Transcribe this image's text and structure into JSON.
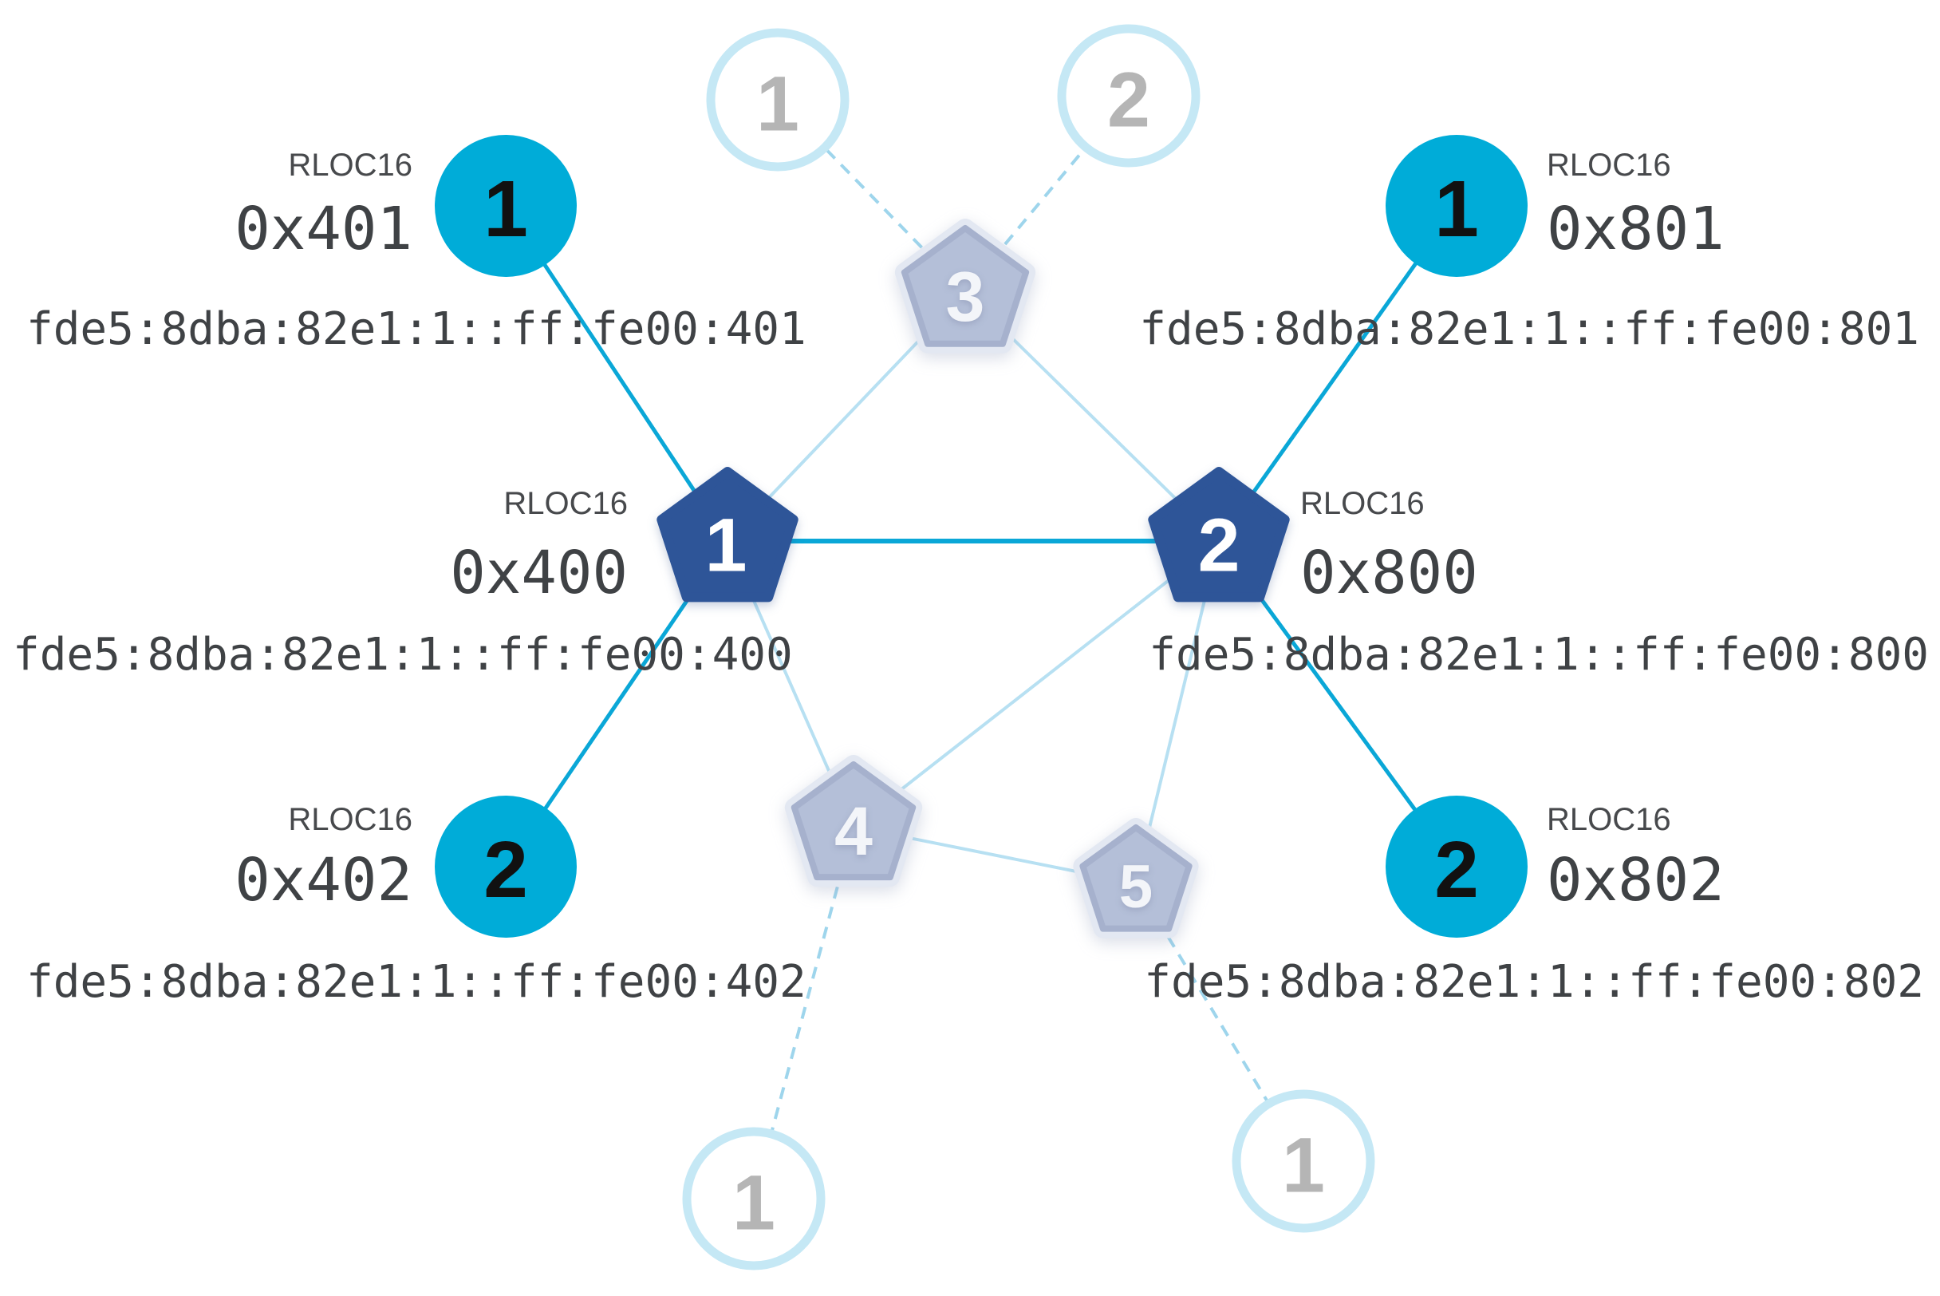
{
  "colors": {
    "router_active": "#2e5598",
    "child_active": "#00acd8",
    "link_active": "#0aa7d7",
    "link_router_idle": "#b7e0f2",
    "link_dashed": "#9ed5ec",
    "router_idle_fill": "#b4bfd8",
    "router_idle_stroke": "#a6b1cd",
    "router_idle_halo": "#e3e8f2",
    "child_idle_stroke": "#c5e8f5",
    "text_primary": "#3f4245",
    "text_label": "#47494c",
    "text_idle": "#b5b5b5",
    "number_active_child": "#111111",
    "number_idle_router": "#f3f5f9"
  },
  "nodes": {
    "router1": {
      "number": "1",
      "rloc_label": "RLOC16",
      "rloc16": "0x400",
      "ipv6": "fde5:8dba:82e1:1::ff:fe00:400"
    },
    "router2": {
      "number": "2",
      "rloc_label": "RLOC16",
      "rloc16": "0x800",
      "ipv6": "fde5:8dba:82e1:1::ff:fe00:800"
    },
    "child401": {
      "number": "1",
      "rloc_label": "RLOC16",
      "rloc16": "0x401",
      "ipv6": "fde5:8dba:82e1:1::ff:fe00:401"
    },
    "child402": {
      "number": "2",
      "rloc_label": "RLOC16",
      "rloc16": "0x402",
      "ipv6": "fde5:8dba:82e1:1::ff:fe00:402"
    },
    "child801": {
      "number": "1",
      "rloc_label": "RLOC16",
      "rloc16": "0x801",
      "ipv6": "fde5:8dba:82e1:1::ff:fe00:801"
    },
    "child802": {
      "number": "2",
      "rloc_label": "RLOC16",
      "rloc16": "0x802",
      "ipv6": "fde5:8dba:82e1:1::ff:fe00:802"
    },
    "idle_router3": {
      "number": "3"
    },
    "idle_router4": {
      "number": "4"
    },
    "idle_router5": {
      "number": "5"
    },
    "idle_child_top_left": {
      "number": "1"
    },
    "idle_child_top_right": {
      "number": "2"
    },
    "idle_child_bottom_left": {
      "number": "1"
    },
    "idle_child_bottom_right": {
      "number": "1"
    }
  }
}
